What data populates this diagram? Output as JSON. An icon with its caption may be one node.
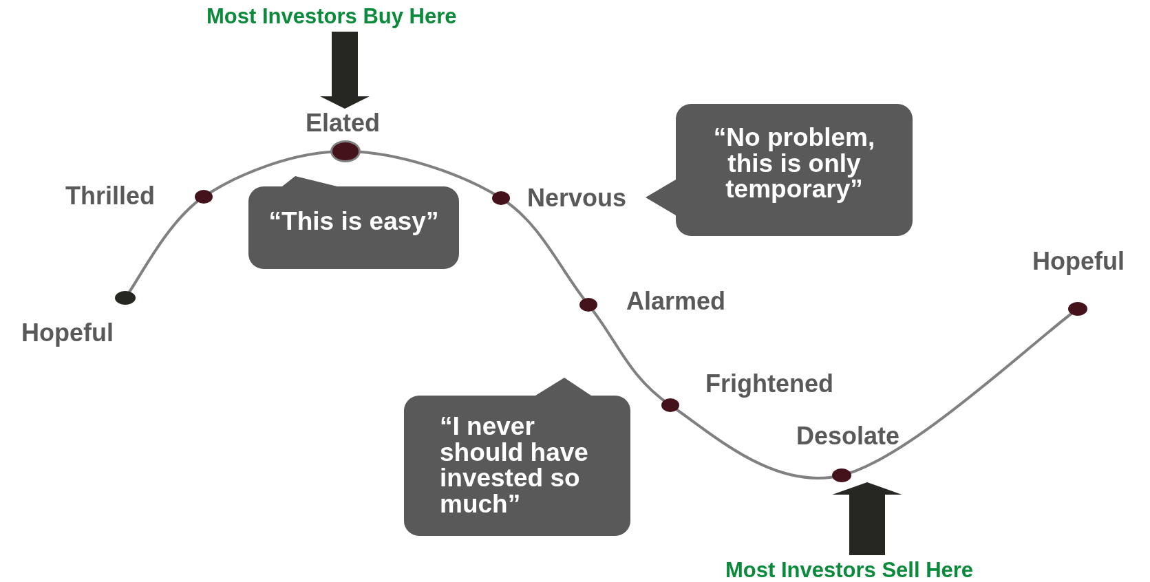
{
  "diagram": {
    "nodes": [
      {
        "text": [
          "Most Investors Buy Here"
        ]
      },
      {
        "text": [],
        "shape": "circle",
        "beside": [
          "Hopeful"
        ]
      },
      {
        "text": [],
        "shape": "circle",
        "beside": [
          "Thrilled"
        ]
      },
      {
        "text": [],
        "shape": "circle",
        "beside": [
          "Elated"
        ]
      },
      {
        "text": [],
        "shape": "circle",
        "beside": [
          "Nervous"
        ]
      },
      {
        "text": [],
        "shape": "circle",
        "beside": [
          "Alarmed"
        ]
      },
      {
        "text": [],
        "shape": "circle",
        "beside": [
          "Frightened"
        ]
      },
      {
        "text": [],
        "shape": "circle",
        "beside": [
          "Desolate"
        ]
      },
      {
        "text": [],
        "shape": "circle",
        "beside": [
          "Hopeful"
        ]
      },
      {
        "text": [
          "“This is easy”"
        ]
      },
      {
        "text": [
          "“No problem, this is only temporary”"
        ]
      },
      {
        "text": [
          "“I never should have invested so much”"
        ]
      },
      {
        "text": [
          "Most Investors Sell Here"
        ]
      }
    ],
    "edges": [
      {
        "from": 1,
        "to": 2,
        "arrow": "none"
      },
      {
        "from": 2,
        "to": 3,
        "arrow": "none"
      },
      {
        "from": 3,
        "to": 4,
        "arrow": "none"
      },
      {
        "from": 4,
        "to": 5,
        "arrow": "none"
      },
      {
        "from": 5,
        "to": 6,
        "arrow": "none"
      },
      {
        "from": 6,
        "to": 7,
        "arrow": "none"
      },
      {
        "from": 7,
        "to": 8,
        "arrow": "none"
      },
      {
        "from": 0,
        "to": 3,
        "arrow": "to",
        "style": "thick",
        "color": "#262622"
      },
      {
        "from": 12,
        "to": 7,
        "arrow": "to",
        "style": "thick",
        "color": "#262622"
      }
    ]
  }
}
